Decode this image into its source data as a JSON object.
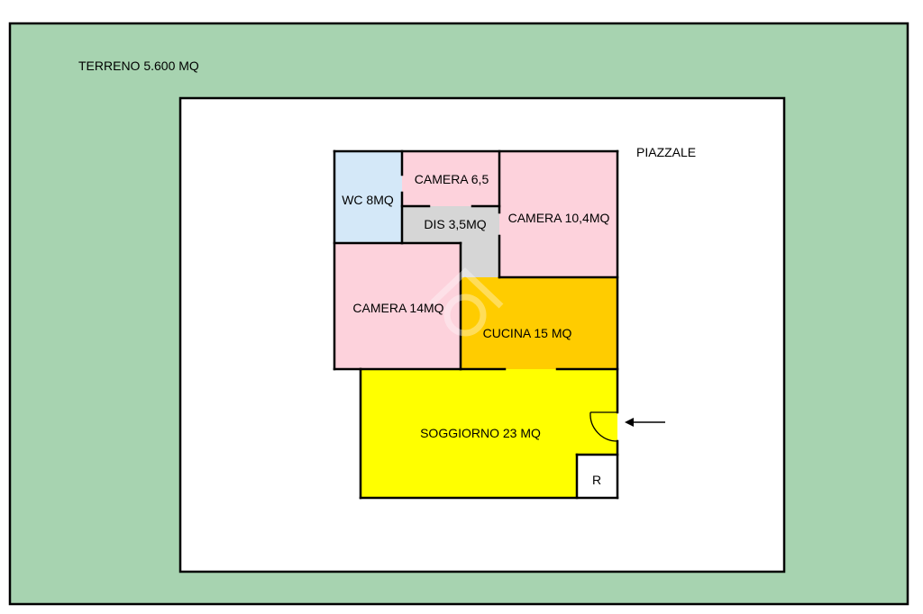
{
  "colors": {
    "terrain": "#a7d3b0",
    "courtyard": "#ffffff",
    "wc": "#d4e8f8",
    "bedroom": "#fdd2dc",
    "hallway": "#d6d6d6",
    "kitchen": "#ffcc00",
    "living": "#ffff00",
    "storage": "#ffffff",
    "walls": "#000000"
  },
  "labels": {
    "terrain": "TERRENO 5.600 MQ",
    "courtyard": "PIAZZALE",
    "wc": "WC 8MQ",
    "camera_small": "CAMERA 6,5",
    "hallway": "DIS 3,5MQ",
    "camera_medium": "CAMERA 10,4MQ",
    "camera_large": "CAMERA 14MQ",
    "kitchen": "CUCINA 15 MQ",
    "living": "SOGGIORNO 23 MQ",
    "storage": "R"
  }
}
